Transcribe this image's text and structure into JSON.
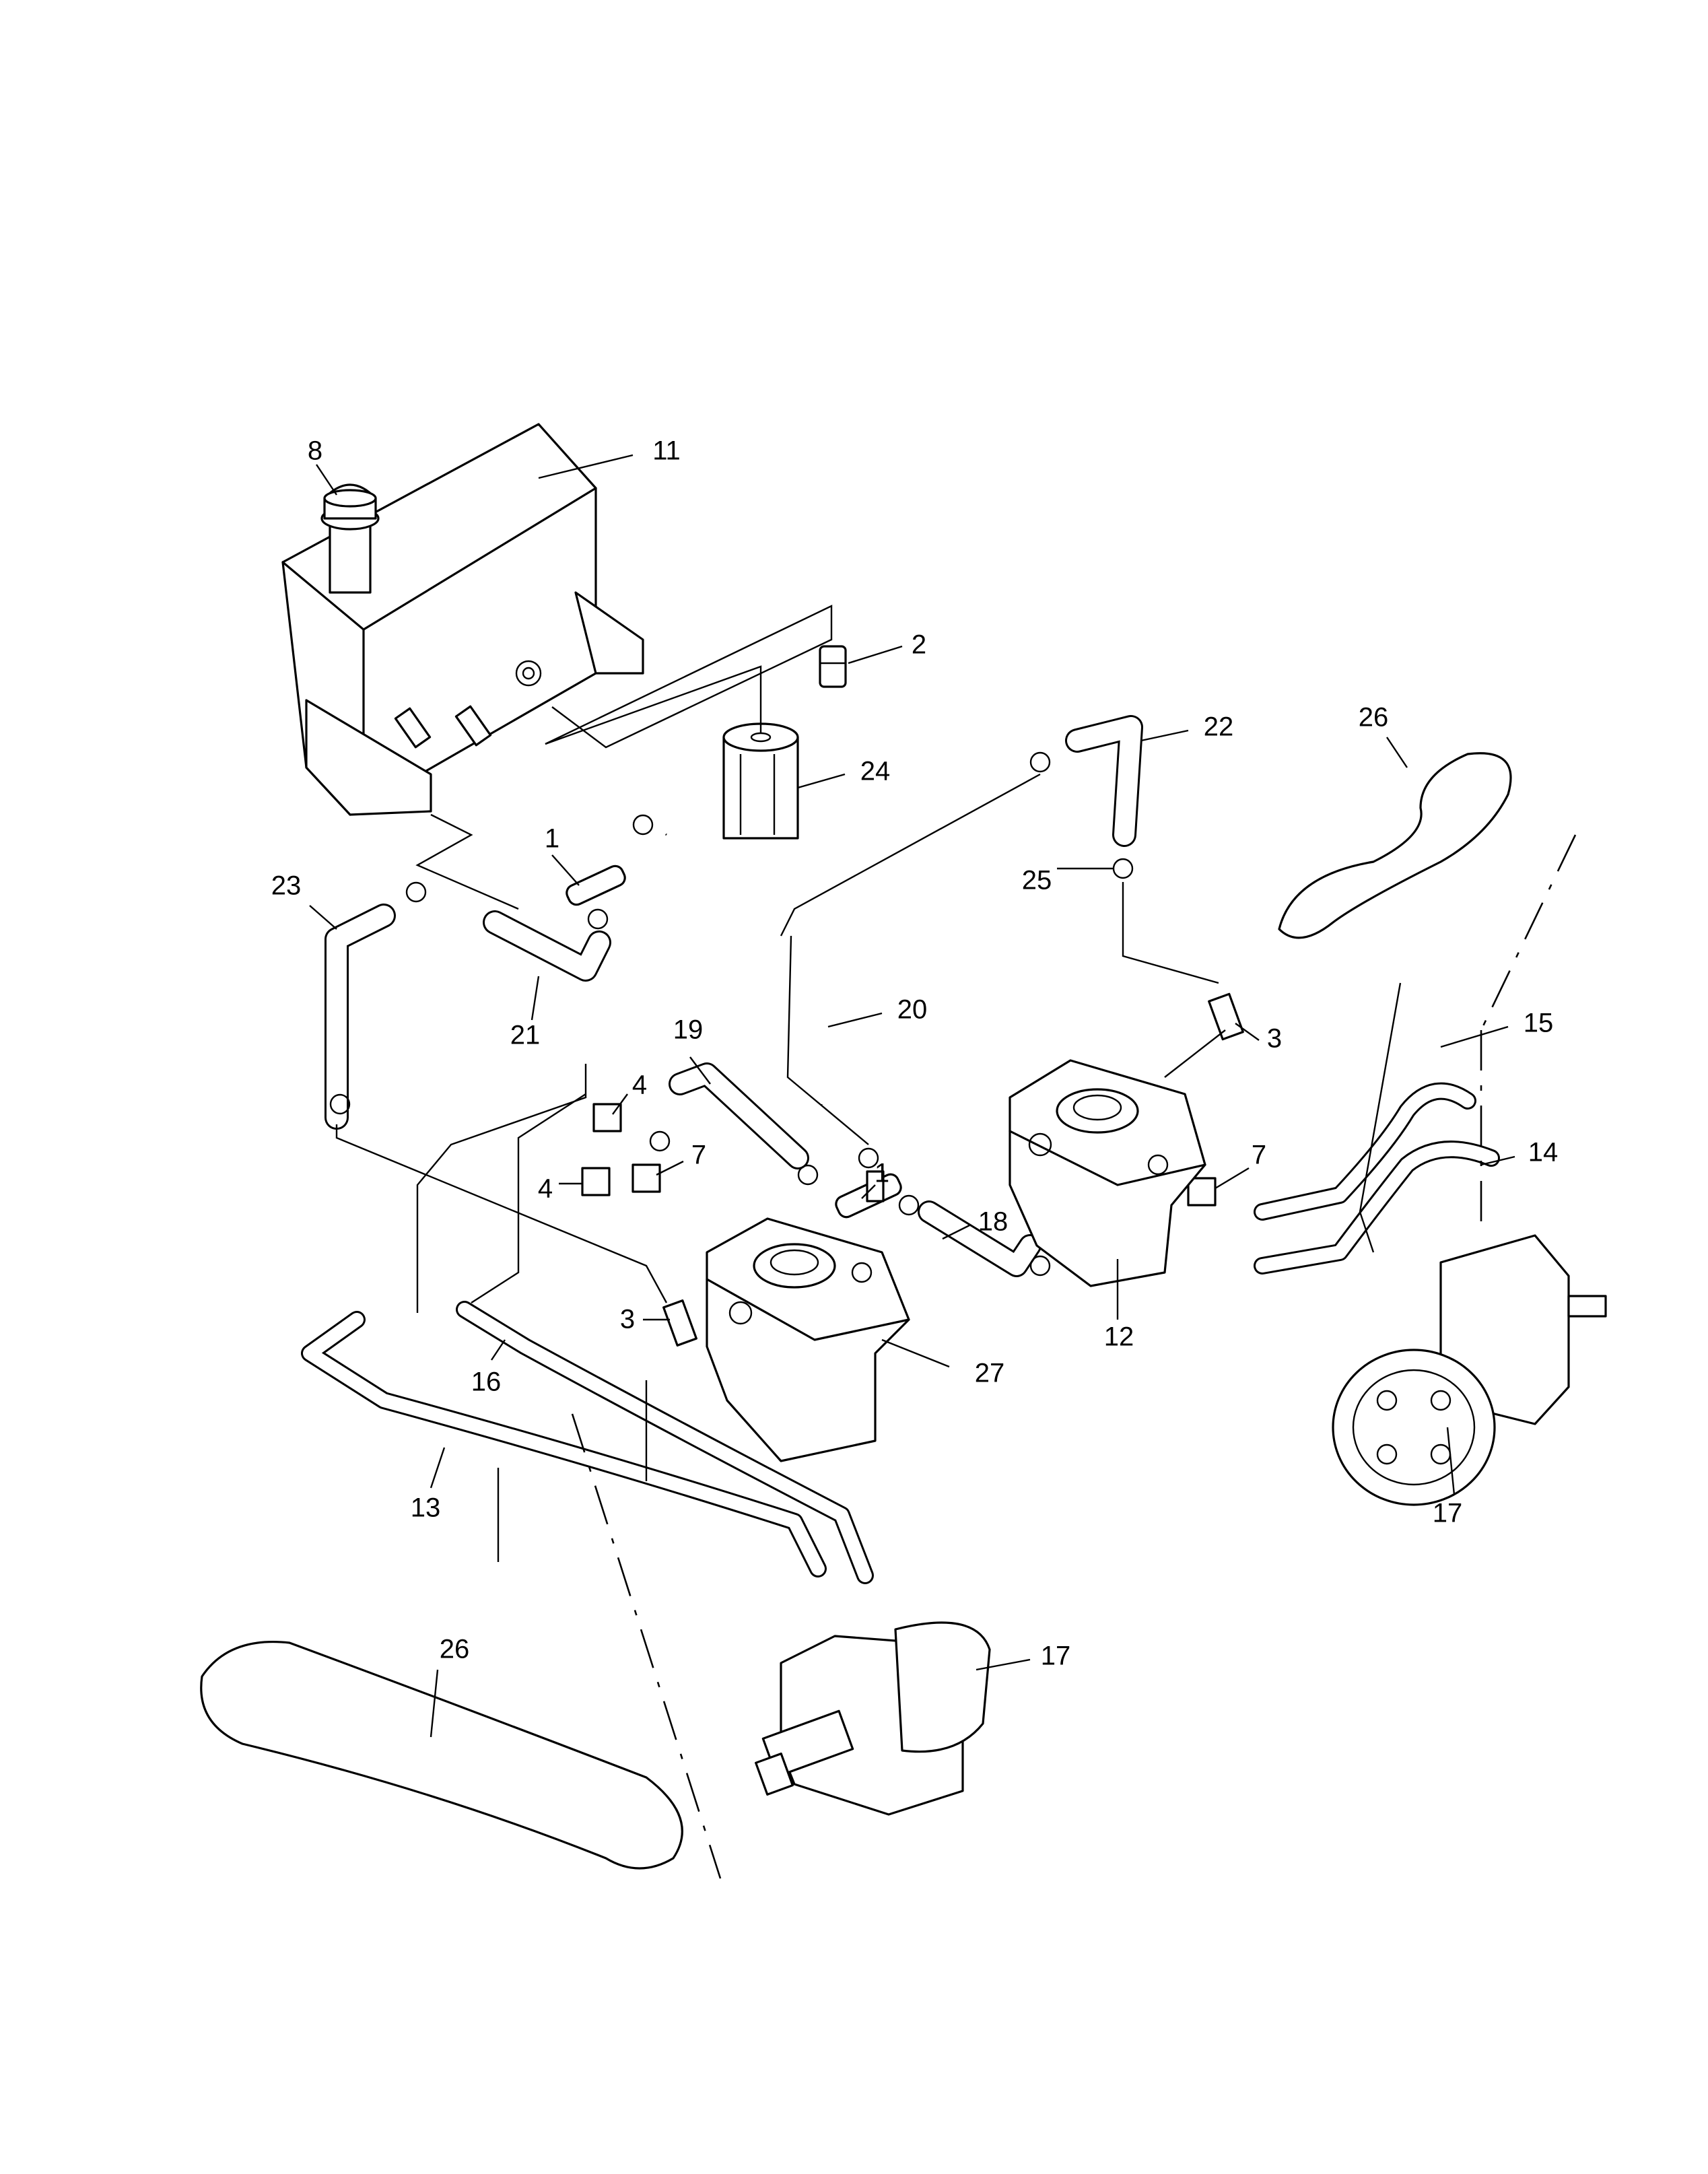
{
  "diagram": {
    "callouts": [
      {
        "id": "c8",
        "text": "8"
      },
      {
        "id": "c11",
        "text": "11"
      },
      {
        "id": "c2",
        "text": "2"
      },
      {
        "id": "c22",
        "text": "22"
      },
      {
        "id": "c26a",
        "text": "26"
      },
      {
        "id": "c24",
        "text": "24"
      },
      {
        "id": "c1a",
        "text": "1"
      },
      {
        "id": "c23",
        "text": "23"
      },
      {
        "id": "c25",
        "text": "25"
      },
      {
        "id": "c21",
        "text": "21"
      },
      {
        "id": "c20",
        "text": "20"
      },
      {
        "id": "c3a",
        "text": "3"
      },
      {
        "id": "c15",
        "text": "15"
      },
      {
        "id": "c19",
        "text": "19"
      },
      {
        "id": "c4a",
        "text": "4"
      },
      {
        "id": "c7a",
        "text": "7"
      },
      {
        "id": "c7b",
        "text": "7"
      },
      {
        "id": "c14",
        "text": "14"
      },
      {
        "id": "c4b",
        "text": "4"
      },
      {
        "id": "c1b",
        "text": "1"
      },
      {
        "id": "c18",
        "text": "18"
      },
      {
        "id": "c3b",
        "text": "3"
      },
      {
        "id": "c12",
        "text": "12"
      },
      {
        "id": "c16",
        "text": "16"
      },
      {
        "id": "c27",
        "text": "27"
      },
      {
        "id": "c13",
        "text": "13"
      },
      {
        "id": "c17a",
        "text": "17"
      },
      {
        "id": "c26b",
        "text": "26"
      },
      {
        "id": "c17b",
        "text": "17"
      }
    ]
  }
}
